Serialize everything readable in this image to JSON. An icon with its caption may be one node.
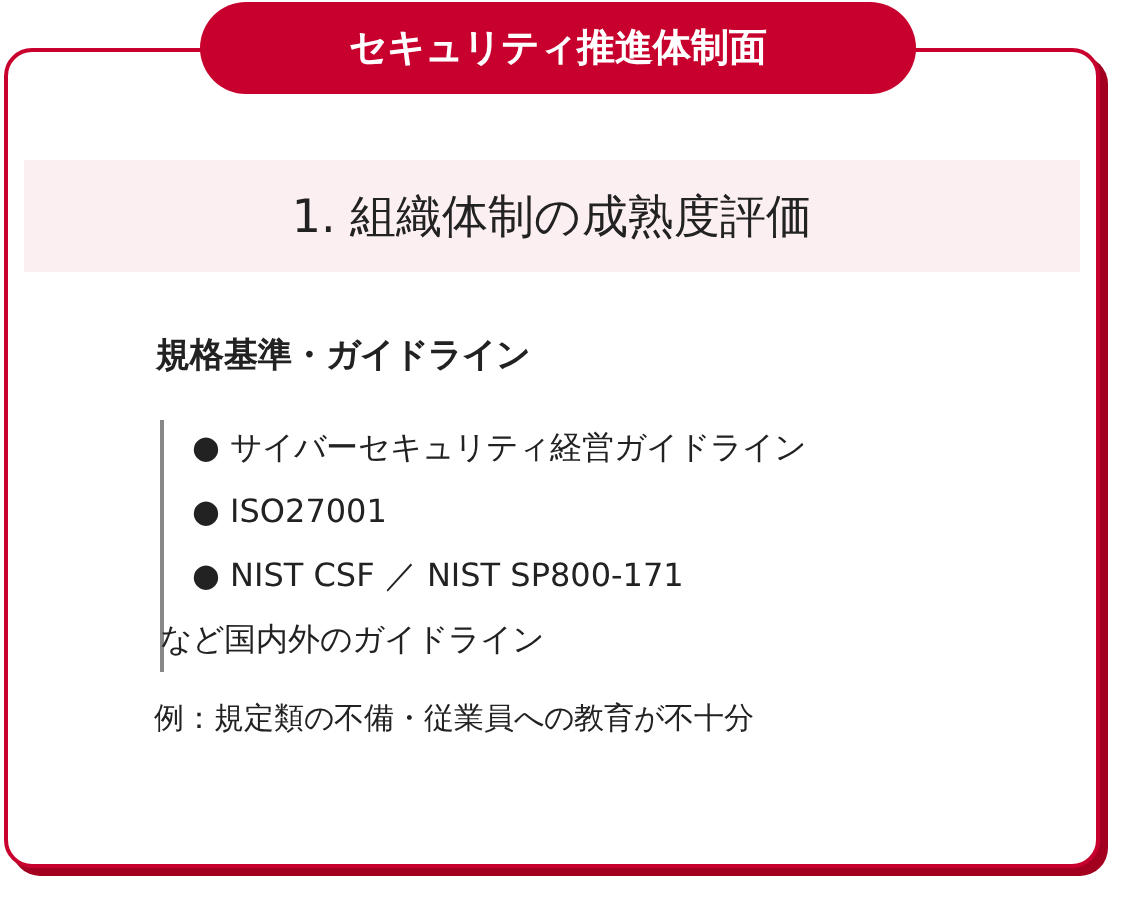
{
  "diagram": {
    "nodes": [
      {
        "text": [
          "セキュリティ推進体制面"
        ]
      },
      {
        "text": [
          "1. 組織体制の成熟度評価"
        ],
        "in": 0
      }
    ],
    "labels": [
      "規格基準・ガイドライン",
      "● サイバーセキュリティ経営ガイドライン",
      "● ISO27001",
      "● NIST CSF ／ NIST SP800-171",
      "など国内外のガイドライン",
      "例：規定類の不備・従業員への教育が不十分"
    ]
  }
}
